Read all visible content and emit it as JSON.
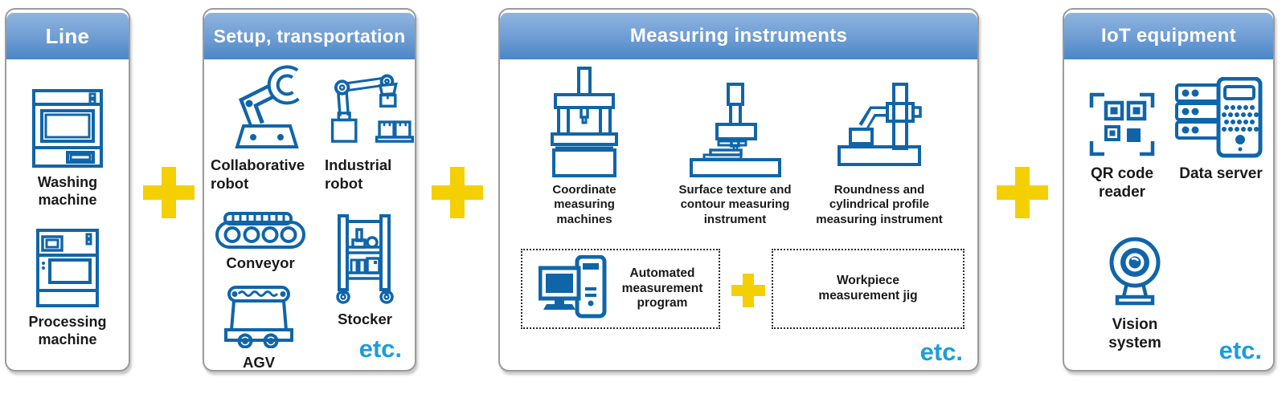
{
  "colors": {
    "icon_blue": "#1065A9",
    "etc_blue": "#1B9DDB",
    "plus_yellow": "#F4D000",
    "header_grad_top": "#8FB4E0",
    "header_grad_bottom": "#4C86C7"
  },
  "panels": {
    "line": {
      "title": "Line",
      "items": [
        {
          "label": "Washing\nmachine",
          "icon": "washing-machine-icon"
        },
        {
          "label": "Processing\nmachine",
          "icon": "processing-machine-icon"
        }
      ]
    },
    "setup": {
      "title": "Setup, transportation",
      "items": [
        {
          "label": "Collaborative\nrobot",
          "icon": "collaborative-robot-icon"
        },
        {
          "label": "Industrial\nrobot",
          "icon": "industrial-robot-icon"
        },
        {
          "label": "Conveyor",
          "icon": "conveyor-icon"
        },
        {
          "label": "Stocker",
          "icon": "stocker-icon"
        },
        {
          "label": "AGV",
          "icon": "agv-icon"
        }
      ],
      "etc_label": "etc."
    },
    "measuring": {
      "title": "Measuring instruments",
      "items": [
        {
          "label": "Coordinate\nmeasuring\nmachines",
          "icon": "cmm-icon"
        },
        {
          "label": "Surface texture and\ncontour measuring\ninstrument",
          "icon": "surface-texture-icon"
        },
        {
          "label": "Roundness and\ncylindrical profile\nmeasuring instrument",
          "icon": "roundness-icon"
        }
      ],
      "dotted_items": [
        {
          "label": "Automated\nmeasurement\nprogram",
          "icon": "computer-icon"
        },
        {
          "label": "Workpiece\nmeasurement jig"
        }
      ],
      "etc_label": "etc."
    },
    "iot": {
      "title": "IoT equipment",
      "items": [
        {
          "label": "QR code\nreader",
          "icon": "qr-code-icon"
        },
        {
          "label": "Data server",
          "icon": "data-server-icon"
        },
        {
          "label": "Vision\nsystem",
          "icon": "vision-system-icon"
        }
      ],
      "etc_label": "etc."
    }
  }
}
